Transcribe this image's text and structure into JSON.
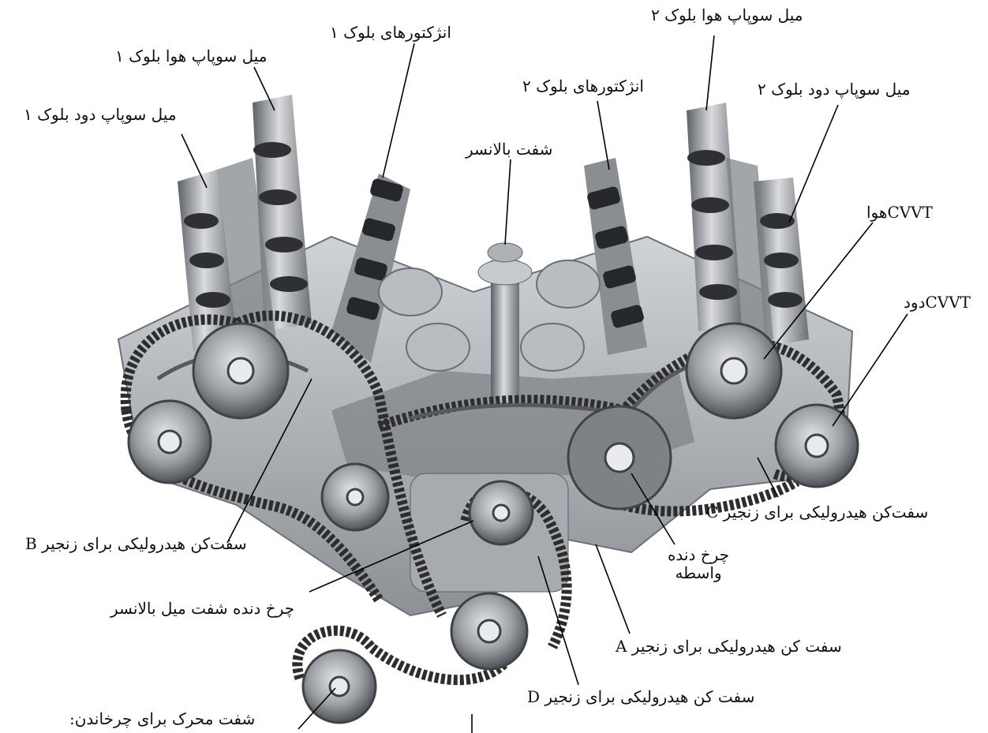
{
  "labels": {
    "exhaust_cam_bank1": "میل سوپاپ دود بلوک ۱",
    "intake_cam_bank1": "میل سوپاپ هوا بلوک ۱",
    "injectors_bank1": "انژکتورهای بلوک ۱",
    "intake_cam_bank2": "میل سوپاپ هوا بلوک ۲",
    "injectors_bank2": "انژکتورهای بلوک ۲",
    "exhaust_cam_bank2": "میل سوپاپ دود بلوک ۲",
    "balancer_shaft": "شفت بالانسر",
    "cvvt_intake": "CVVTهوا",
    "cvvt_exhaust": "CVVTدود",
    "tensioner_c": "سفت‌کن هیدرولیکی برای زنجیر C",
    "idler_gear_line1": "چرخ دنده",
    "idler_gear_line2": "واسطه",
    "tensioner_b": "سفت‌کن هیدرولیکی برای زنجیر B",
    "balancer_gear": "چرخ دنده شفت میل بالانسر",
    "tensioner_a": "سفت کن هیدرولیکی برای زنجیر A",
    "tensioner_d": "سفت کن هیدرولیکی برای زنجیر D",
    "drive_shaft": "شفت محرک برای چرخاندن:"
  },
  "colors": {
    "metal_light": "#c9ccd0",
    "metal_mid": "#8e9297",
    "metal_dark": "#4a4d52",
    "chain": "#2d2d2d",
    "guide": "#9b5a3c"
  }
}
